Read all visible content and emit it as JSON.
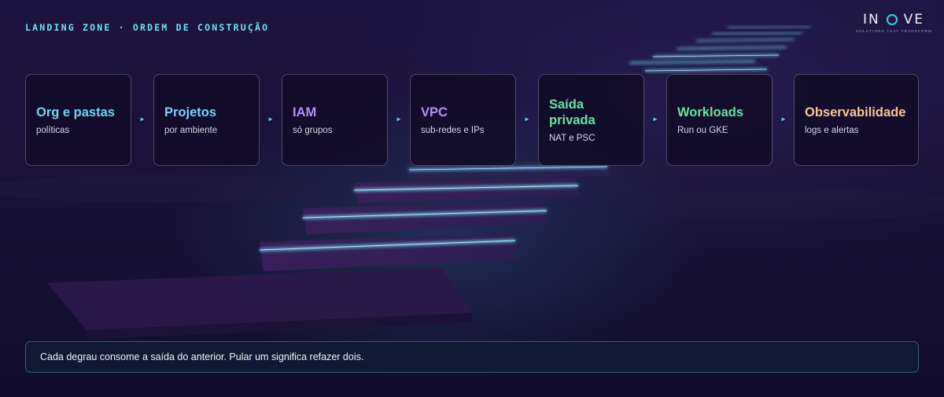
{
  "header": {
    "section_title": "LANDING ZONE · ORDEM DE CONSTRUÇÃO"
  },
  "logo": {
    "text_before": "IN",
    "text_after": "VE",
    "tagline": "SOLUTIONS THAT TRANSFORM",
    "accent_color": "#36cfe2"
  },
  "steps": [
    {
      "title": "Org e pastas",
      "subtitle": "políticas",
      "color": "#6fd6f2"
    },
    {
      "title": "Projetos",
      "subtitle": "por ambiente",
      "color": "#76d3f5"
    },
    {
      "title": "IAM",
      "subtitle": "só grupos",
      "color": "#b98df4"
    },
    {
      "title": "VPC",
      "subtitle": "sub-redes e IPs",
      "color": "#b98df4"
    },
    {
      "title": "Saída privada",
      "subtitle": "NAT e PSC",
      "color": "#69e3a3"
    },
    {
      "title": "Workloads",
      "subtitle": "Run ou GKE",
      "color": "#69e3a3"
    },
    {
      "title": "Observabilidade",
      "subtitle": "logs e alertas",
      "color": "#f6c896"
    }
  ],
  "arrow_icon": "triangle-right-icon",
  "arrow_glyph": "►",
  "footer": {
    "note": "Cada degrau consome a saída do anterior. Pular um significa refazer dois."
  }
}
